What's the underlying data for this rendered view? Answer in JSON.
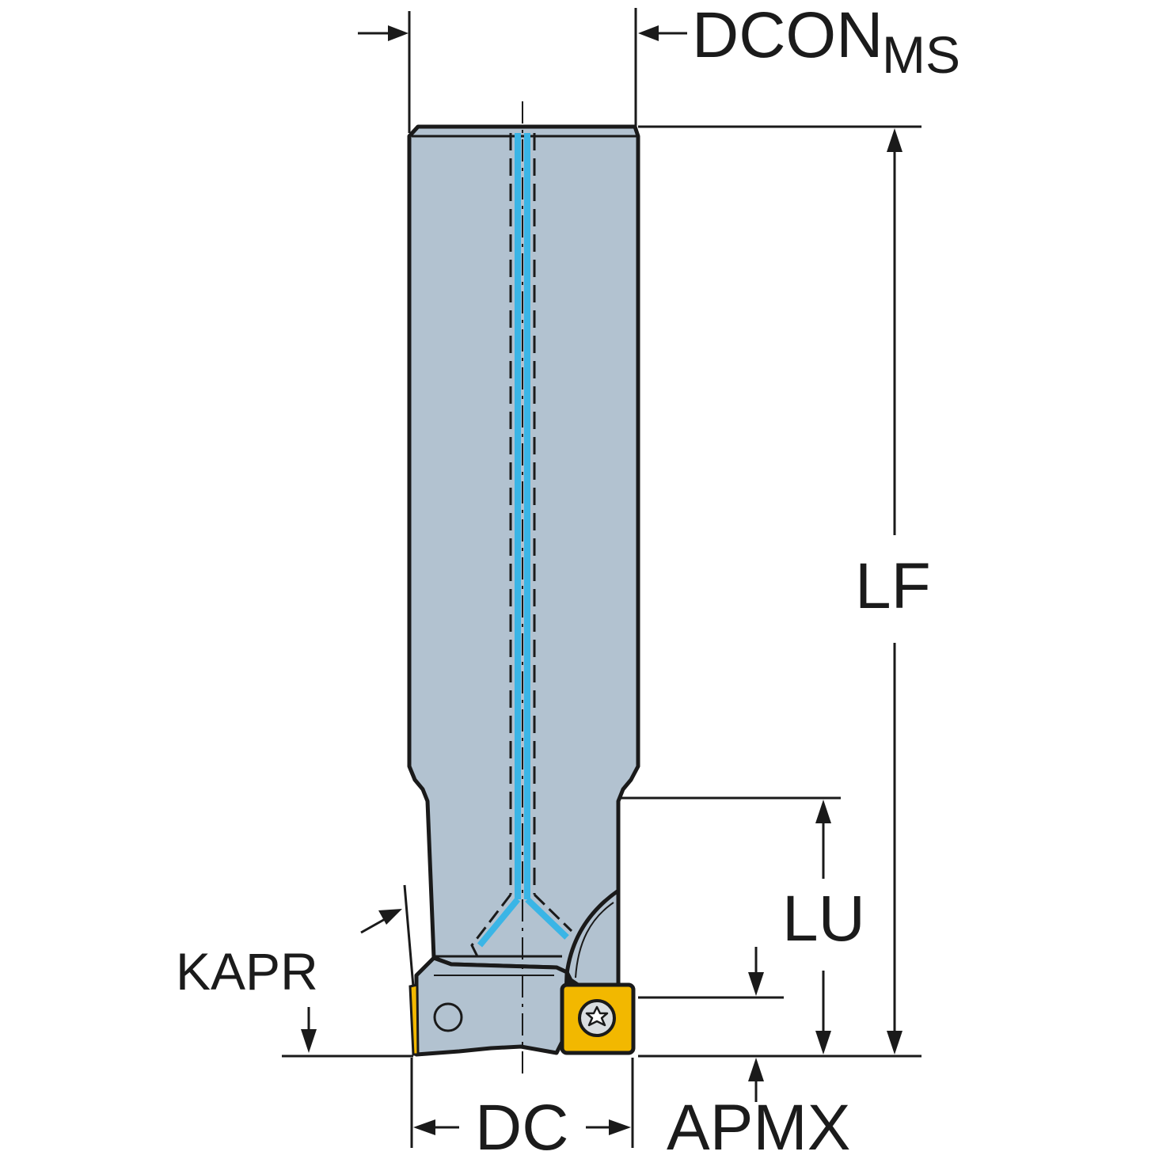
{
  "labels": {
    "dcon_main": "DCON",
    "dcon_sub": "MS",
    "lf": "LF",
    "lu": "LU",
    "kapr": "KAPR",
    "dc": "DC",
    "apmx": "APMX"
  },
  "colors": {
    "body": "#b2c2d0",
    "outline": "#1a1a1a",
    "coolant": "#3ab5e6",
    "insert": "#f2b800",
    "background": "#ffffff"
  },
  "icons": {
    "insert_screw": "torx-screw-icon",
    "side_hole": "hole-icon"
  }
}
